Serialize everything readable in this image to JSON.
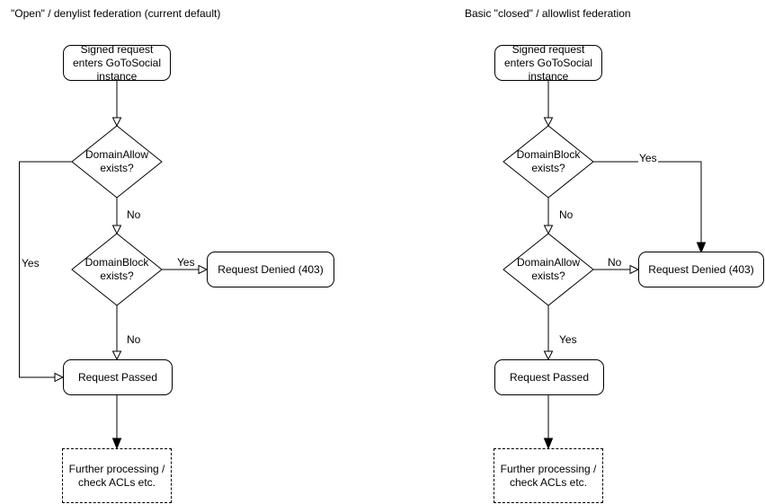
{
  "colors": {
    "stroke": "#000000",
    "node_fill": "#ffffff",
    "text": "#000000",
    "background": "#ffffff"
  },
  "diagrams": [
    {
      "title": "\"Open\" / denylist federation (current default)",
      "nodes": {
        "start": "Signed request enters GoToSocial instance",
        "check_allow": "DomainAllow exists?",
        "check_block": "DomainBlock exists?",
        "denied": "Request Denied (403)",
        "passed": "Request Passed",
        "further": "Further processing / check ACLs etc."
      },
      "edge_labels": {
        "allow_no": "No",
        "allow_yes": "Yes",
        "block_yes": "Yes",
        "block_no": "No"
      }
    },
    {
      "title": "Basic \"closed\" / allowlist federation",
      "nodes": {
        "start": "Signed request enters GoToSocial instance",
        "check_block": "DomainBlock exists?",
        "check_allow": "DomainAllow exists?",
        "denied": "Request Denied (403)",
        "passed": "Request Passed",
        "further": "Further processing / check ACLs etc."
      },
      "edge_labels": {
        "block_yes": "Yes",
        "block_no": "No",
        "allow_no": "No",
        "allow_yes": "Yes"
      }
    }
  ]
}
